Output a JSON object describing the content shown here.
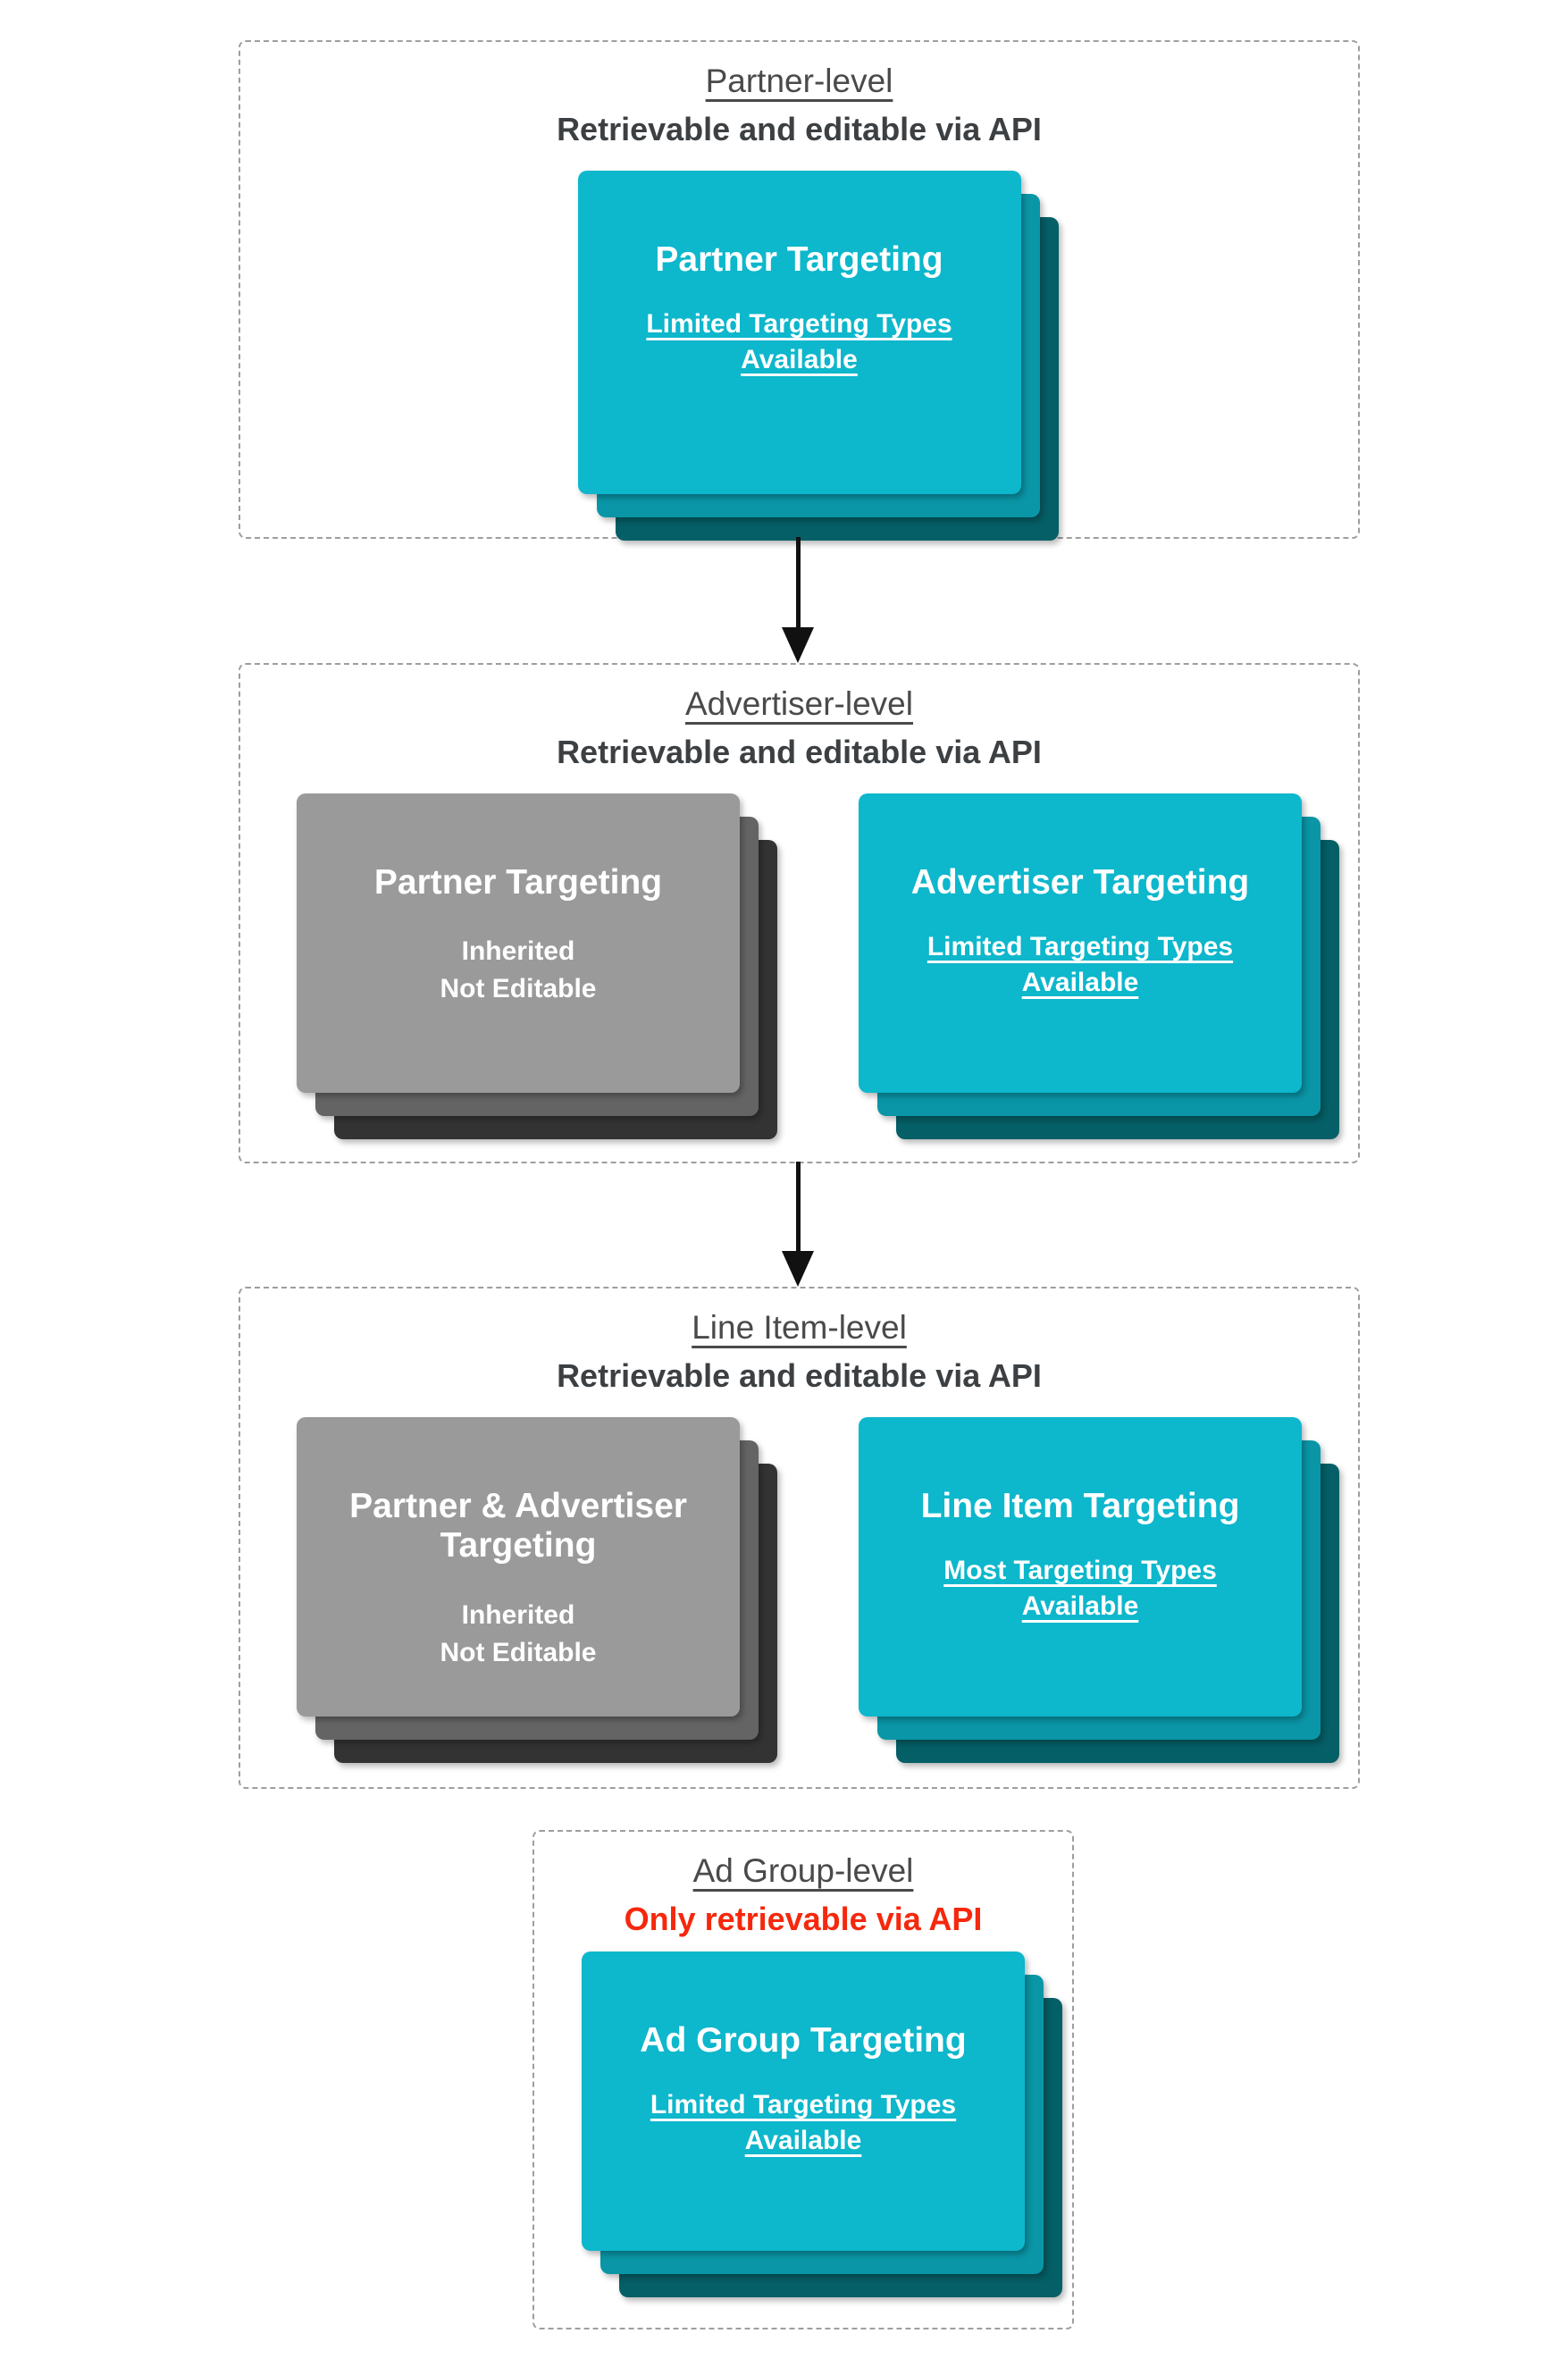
{
  "colors": {
    "teal_front": "#0db7cc",
    "teal_mid": "#0a96a7",
    "teal_back": "#055f66",
    "gray_front": "#9a9a9a",
    "gray_mid": "#646464",
    "gray_back": "#333333",
    "title_gray": "#4a4a4a",
    "subtitle_dark": "#3c4043",
    "subtitle_red": "#f5280d",
    "dashed_border": "#9e9e9e",
    "arrow_black": "#111111"
  },
  "sections": [
    {
      "title": "Partner-level",
      "subtitle": "Retrievable and editable via API",
      "cards": [
        {
          "variant": "teal",
          "title": "Partner Targeting",
          "lines": [
            "Limited Targeting Types",
            "Available"
          ]
        }
      ]
    },
    {
      "title": "Advertiser-level",
      "subtitle": "Retrievable and editable via API",
      "cards": [
        {
          "variant": "gray",
          "title": "Partner Targeting",
          "lines": [
            "Inherited",
            "Not Editable"
          ]
        },
        {
          "variant": "teal",
          "title": "Advertiser Targeting",
          "lines": [
            "Limited Targeting Types",
            "Available"
          ]
        }
      ]
    },
    {
      "title": "Line Item-level",
      "subtitle": "Retrievable and editable via API",
      "cards": [
        {
          "variant": "gray",
          "title": "Partner & Advertiser Targeting",
          "lines": [
            "Inherited",
            "Not Editable"
          ]
        },
        {
          "variant": "teal",
          "title": "Line Item Targeting",
          "lines": [
            "Most Targeting Types",
            "Available"
          ]
        }
      ]
    },
    {
      "title": "Ad Group-level",
      "subtitle": "Only retrievable via API",
      "cards": [
        {
          "variant": "teal",
          "title": "Ad Group Targeting",
          "lines": [
            "Limited Targeting Types",
            "Available"
          ]
        }
      ]
    }
  ]
}
